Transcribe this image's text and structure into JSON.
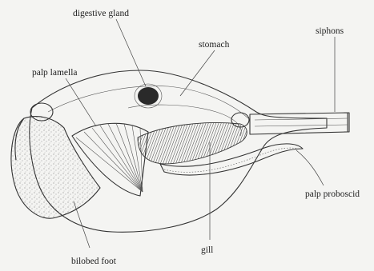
{
  "labels": {
    "digestive_gland": "digestive gland",
    "stomach": "stomach",
    "siphons": "siphons",
    "palp_lamella": "palp lamella",
    "palp_proboscid": "palp proboscid",
    "gill": "gill",
    "bilobed_foot": "bilobed foot"
  }
}
